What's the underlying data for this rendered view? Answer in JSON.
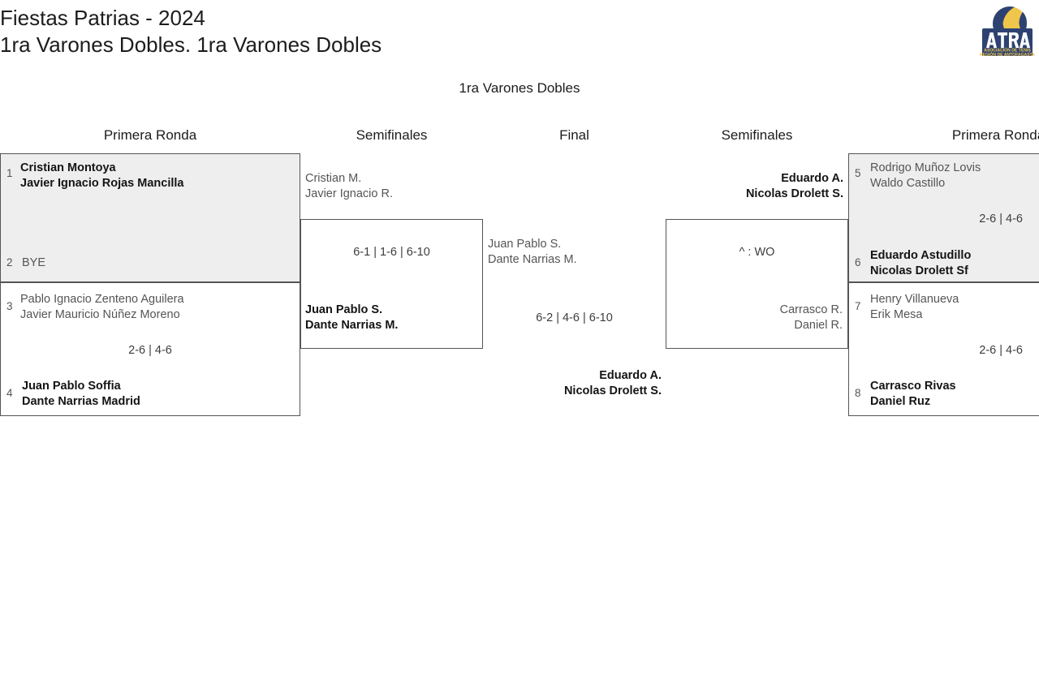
{
  "header": {
    "title_line1": "Fiestas Patrias - 2024",
    "title_line2": "1ra Varones Dobles. 1ra Varones Dobles"
  },
  "logo": {
    "name": "atra-logo",
    "acronym": "ATRA",
    "tagline_line1": "ASOCIACIÓN DE TENIS",
    "tagline_line2": "REGIÓN DE ANTOFAGASTA",
    "ball_color": "#EFC64B",
    "text_color": "#2E4272"
  },
  "sub_heading": "1ra Varones Dobles",
  "round_headers": {
    "r1_left": "Primera Ronda",
    "sf_left": "Semifinales",
    "final": "Final",
    "sf_right": "Semifinales",
    "r1_right": "Primera Ronda"
  },
  "bracket": {
    "round1_left": [
      {
        "seed": "1",
        "players": [
          "Cristian Montoya",
          "Javier Ignacio Rojas Mancilla"
        ],
        "winner": true
      },
      {
        "seed": "2",
        "players": [
          "BYE"
        ],
        "winner": false
      },
      {
        "seed": "3",
        "players": [
          "Pablo Ignacio Zenteno Aguilera",
          "Javier Mauricio Núñez Moreno"
        ],
        "winner": false
      },
      {
        "seed": "4",
        "players": [
          "Juan Pablo Soffia",
          "Dante Narrias Madrid"
        ],
        "winner": true
      }
    ],
    "round1_left_scores": {
      "match_1_2": "",
      "match_3_4": "2-6 | 4-6"
    },
    "semifinal_left": {
      "top": {
        "players": [
          "Cristian M.",
          "Javier Ignacio R."
        ],
        "winner": false
      },
      "bottom": {
        "players": [
          "Juan Pablo S.",
          "Dante Narrias M."
        ],
        "winner": true
      },
      "score": "6-1 | 1-6 | 6-10"
    },
    "final": {
      "left": {
        "players": [
          "Juan Pablo S.",
          "Dante Narrias M."
        ],
        "winner": false
      },
      "right": {
        "players": [
          "Eduardo A.",
          "Nicolas Drolett S."
        ],
        "winner": true
      },
      "score": "6-2 | 4-6 | 6-10",
      "champion": {
        "players": [
          "Eduardo A.",
          "Nicolas Drolett S."
        ]
      }
    },
    "semifinal_right": {
      "top": {
        "players": [
          "Eduardo A.",
          "Nicolas Drolett S."
        ],
        "winner": true
      },
      "bottom": {
        "players": [
          "Carrasco R.",
          "Daniel R."
        ],
        "winner": false
      },
      "score": "^ : WO"
    },
    "round1_right": [
      {
        "seed": "5",
        "players": [
          "Rodrigo Muñoz Lovis",
          "Waldo Castillo"
        ],
        "winner": false
      },
      {
        "seed": "6",
        "players": [
          "Eduardo Astudillo",
          "Nicolas Drolett Sf"
        ],
        "winner": true
      },
      {
        "seed": "7",
        "players": [
          "Henry Villanueva",
          "Erik Mesa"
        ],
        "winner": false
      },
      {
        "seed": "8",
        "players": [
          "Carrasco Rivas",
          "Daniel Ruz"
        ],
        "winner": true
      }
    ],
    "round1_right_scores": {
      "match_5_6": "2-6 | 4-6",
      "match_7_8": "2-6 | 4-6"
    }
  },
  "colors": {
    "shaded_row": "#eeeeee",
    "border": "#555555",
    "winner_text": "#141414",
    "loser_text": "#555555"
  }
}
